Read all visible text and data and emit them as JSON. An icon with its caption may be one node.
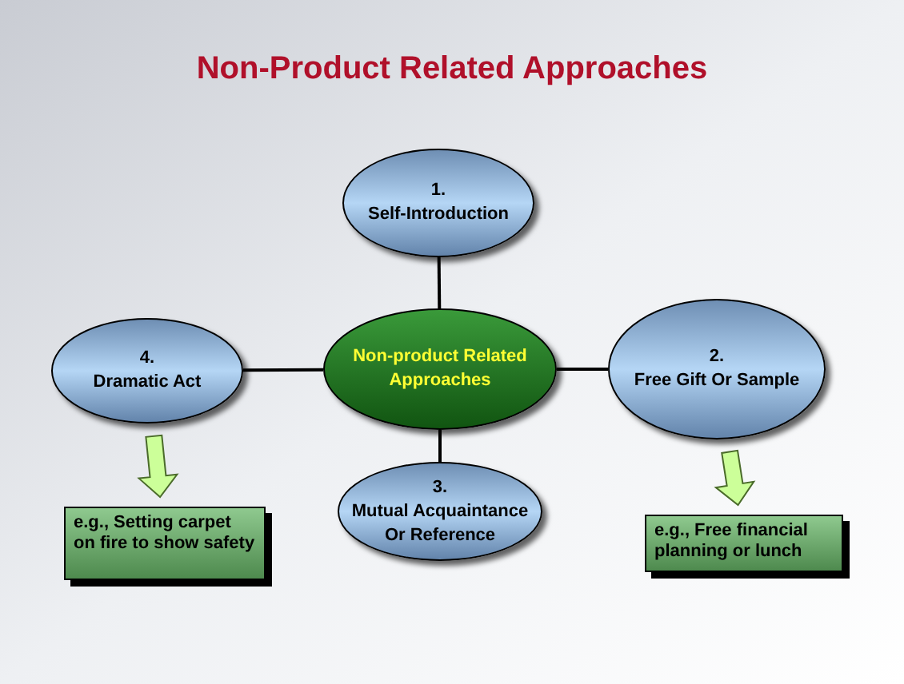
{
  "diagram": {
    "title": "Non-Product Related Approaches",
    "nodes": [
      {
        "text": [
          "Non-product Related Approaches"
        ]
      },
      {
        "text": [
          "1.",
          "Self-Introduction"
        ]
      },
      {
        "text": [
          "2.",
          "Free Gift Or Sample"
        ]
      },
      {
        "text": [
          "3.",
          "Mutual Acquaintance Or Reference"
        ]
      },
      {
        "text": [
          "4.",
          "Dramatic Act"
        ]
      },
      {
        "text": [
          "e.g., Setting carpet on fire to show safety"
        ]
      },
      {
        "text": [
          "e.g., Free financial planning or lunch"
        ]
      }
    ],
    "edges": [
      {
        "from": 0,
        "to": 1,
        "arrow": "none"
      },
      {
        "from": 0,
        "to": 2,
        "arrow": "none"
      },
      {
        "from": 0,
        "to": 3,
        "arrow": "none"
      },
      {
        "from": 0,
        "to": 4,
        "arrow": "none"
      },
      {
        "from": 4,
        "to": 5,
        "arrow": "to",
        "style": "thick",
        "color": "#ccff99"
      },
      {
        "from": 2,
        "to": 6,
        "arrow": "to",
        "style": "thick",
        "color": "#ccff99"
      }
    ]
  }
}
